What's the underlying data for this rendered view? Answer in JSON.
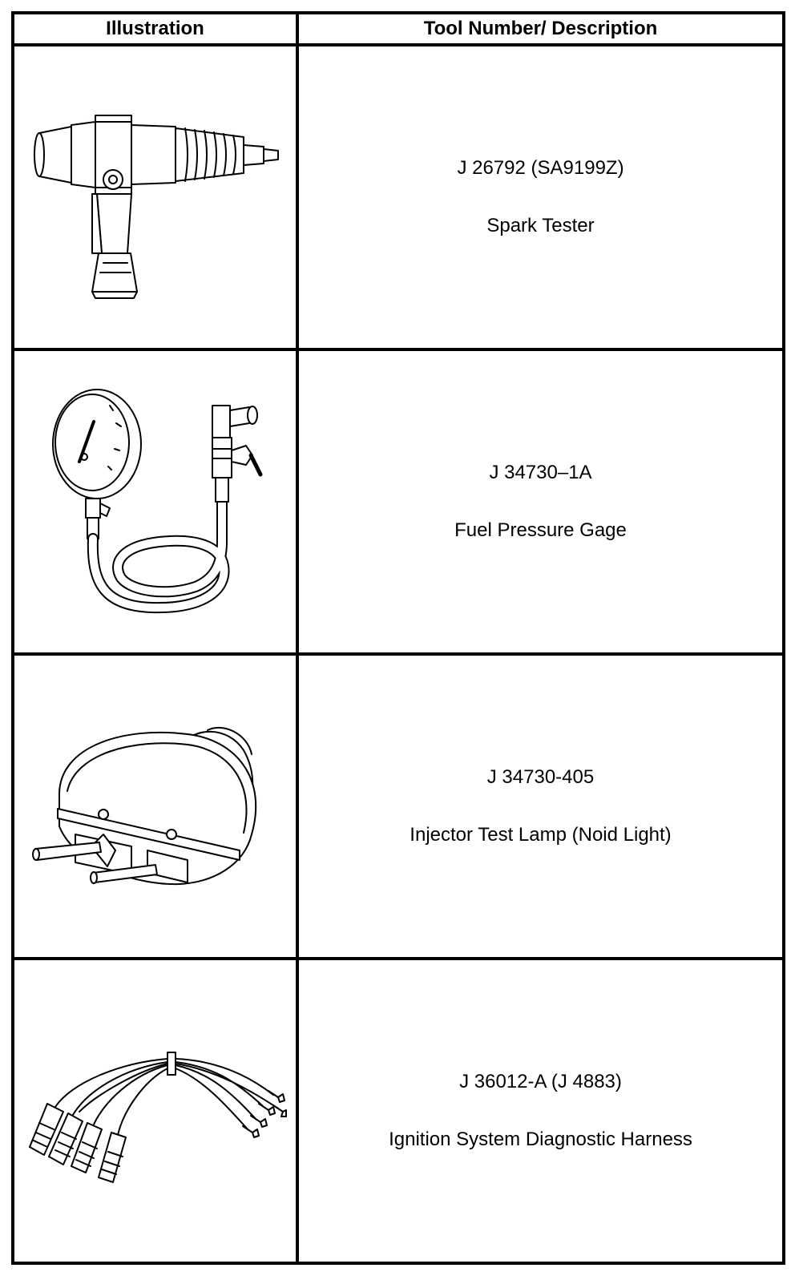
{
  "header": {
    "illustration": "Illustration",
    "tool": "Tool Number/ Description"
  },
  "rows": [
    {
      "number": "J 26792 (SA9199Z)",
      "name": "Spark Tester",
      "icon": "spark-tester-icon"
    },
    {
      "number": "J 34730–1A",
      "name": "Fuel Pressure Gage",
      "icon": "fuel-pressure-gage-icon"
    },
    {
      "number": "J 34730-405",
      "name": "Injector Test Lamp (Noid Light)",
      "icon": "noid-light-icon"
    },
    {
      "number": "J 36012-A (J 4883)",
      "name": "Ignition System Diagnostic Harness",
      "icon": "ignition-harness-icon"
    }
  ]
}
